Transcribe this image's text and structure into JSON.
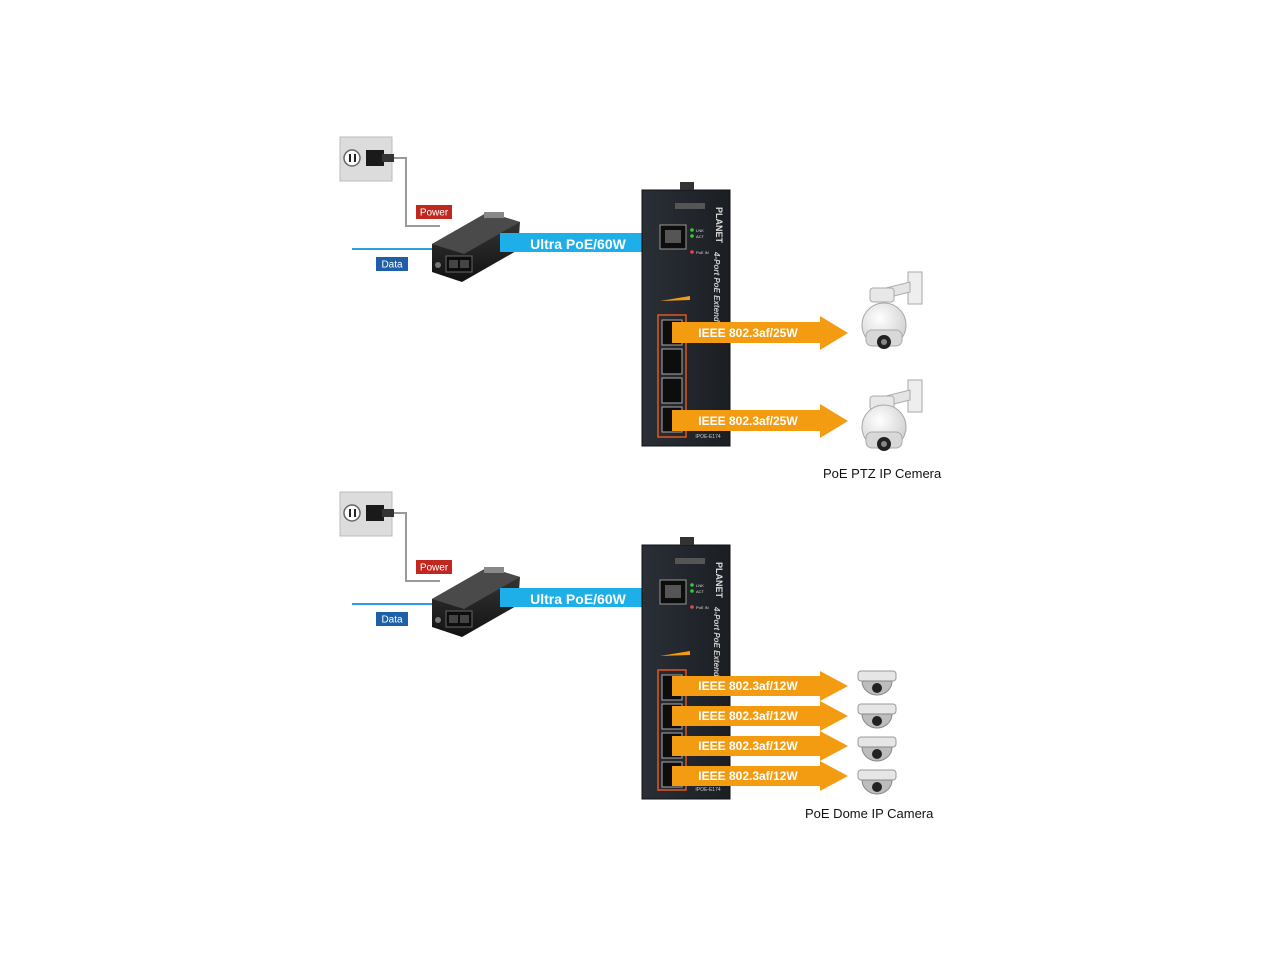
{
  "scenario_ptz": {
    "labels": {
      "power": "Power",
      "data": "Data",
      "uplink": "Ultra PoE/60W",
      "outputs": [
        "IEEE 802.3af/25W",
        "IEEE 802.3af/25W"
      ]
    },
    "caption": "PoE PTZ IP Cemera"
  },
  "scenario_dome": {
    "labels": {
      "power": "Power",
      "data": "Data",
      "uplink": "Ultra PoE/60W",
      "outputs": [
        "IEEE 802.3af/12W",
        "IEEE 802.3af/12W",
        "IEEE 802.3af/12W",
        "IEEE 802.3af/12W"
      ]
    },
    "caption": "PoE Dome IP Camera"
  },
  "device": {
    "brand": "PLANET",
    "side_text": "4-Port PoE Extender",
    "model": "IPOE-E174",
    "led_labels": [
      "LNK",
      "ACT",
      "PoE IN"
    ]
  },
  "colors": {
    "uplink_arrow": "#1eaee8",
    "output_arrow": "#f39c12",
    "power_badge": "#c0281f",
    "data_badge": "#1f5fa8",
    "data_line": "#2c9fe0",
    "power_cable": "#9a9a9a"
  }
}
